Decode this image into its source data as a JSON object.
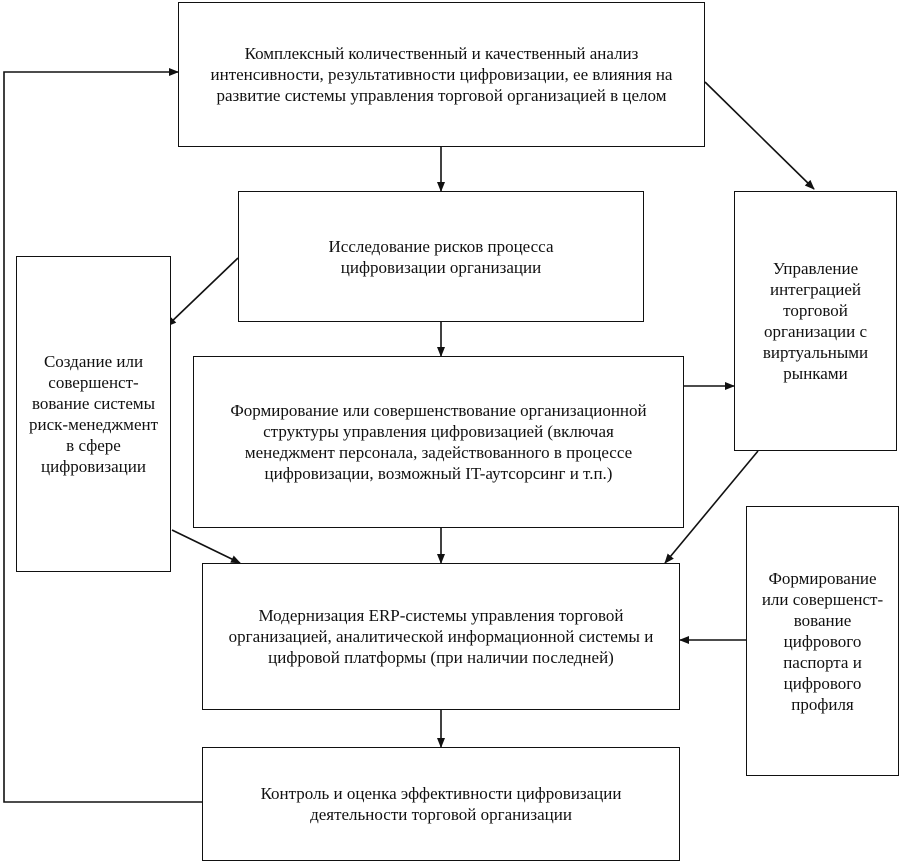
{
  "diagram": {
    "nodes": {
      "analysis": "Комплексный количественный и качественный анализ интенсивности, результативности цифровизации, ее влияния на развитие системы управления торговой организацией в целом",
      "risk_research": "Исследование рисков процесса цифровизации организации",
      "risk_management": "Создание или совершенст-вование системы риск-менеджмент в сфере цифровизации",
      "org_structure": "Формирование или совершенствование организационной структуры управления цифровизацией (включая менеджмент персонала, задействованного в процессе цифровизации, возможный IT-аутсорсинг и т.п.)",
      "virtual_markets": "Управление интеграцией торговой организации с виртуальными рынками",
      "erp": "Модернизация ERP-системы управления торговой организацией, аналитической информационной системы и цифровой платформы (при наличии последней)",
      "digital_passport": "Формирование или совершенст-вование цифрового паспорта и цифрового профиля",
      "control": "Контроль и оценка эффективности цифровизации деятельности торговой организации"
    },
    "edges": [
      {
        "from": "analysis",
        "to": "risk_research"
      },
      {
        "from": "analysis",
        "to": "virtual_markets"
      },
      {
        "from": "risk_research",
        "to": "risk_management"
      },
      {
        "from": "risk_research",
        "to": "org_structure"
      },
      {
        "from": "org_structure",
        "to": "virtual_markets"
      },
      {
        "from": "org_structure",
        "to": "erp"
      },
      {
        "from": "risk_management",
        "to": "erp"
      },
      {
        "from": "virtual_markets",
        "to": "erp"
      },
      {
        "from": "digital_passport",
        "to": "erp"
      },
      {
        "from": "erp",
        "to": "control"
      },
      {
        "from": "control",
        "to": "analysis"
      }
    ]
  }
}
